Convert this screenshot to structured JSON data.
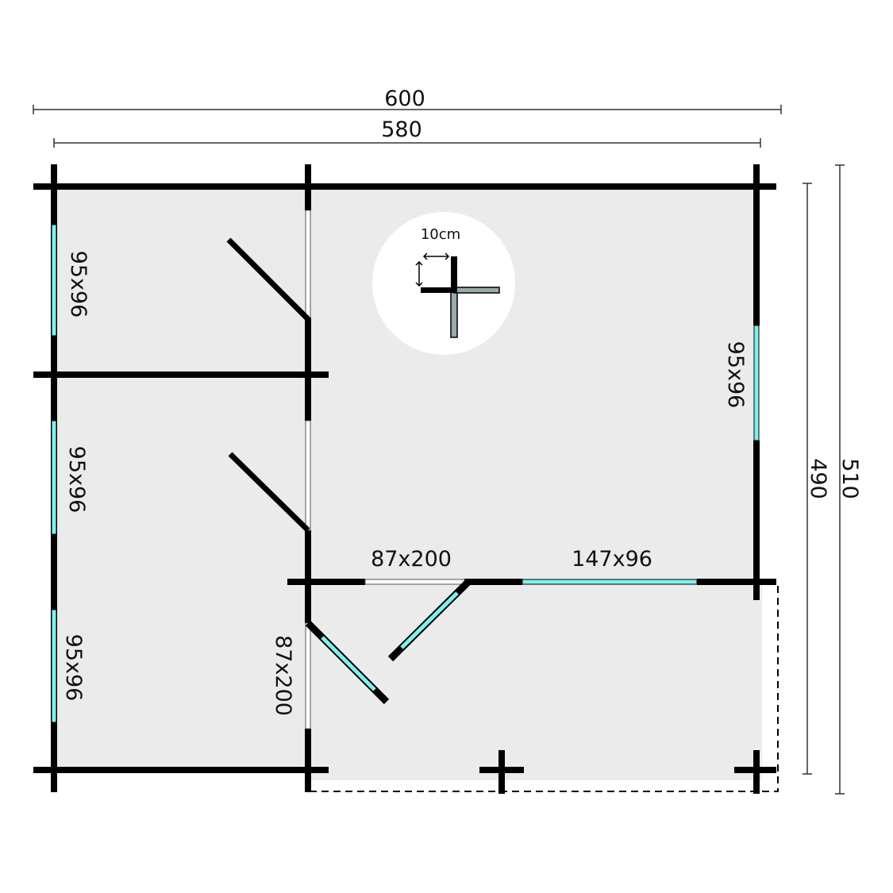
{
  "dimensions": {
    "outer_width": "600",
    "inner_width": "580",
    "outer_depth": "510",
    "inner_depth": "490"
  },
  "windows": {
    "left_top": "95x96",
    "left_middle": "95x96",
    "left_bottom": "95x96",
    "right": "95x96",
    "front": "147x96"
  },
  "doors": {
    "front_door": "87x200",
    "side_door": "87x200"
  },
  "detail": {
    "wall_thickness": "10cm"
  },
  "colors": {
    "floor": "#ebebeb",
    "wall": "#000000",
    "glass": "#7ff0ec"
  }
}
